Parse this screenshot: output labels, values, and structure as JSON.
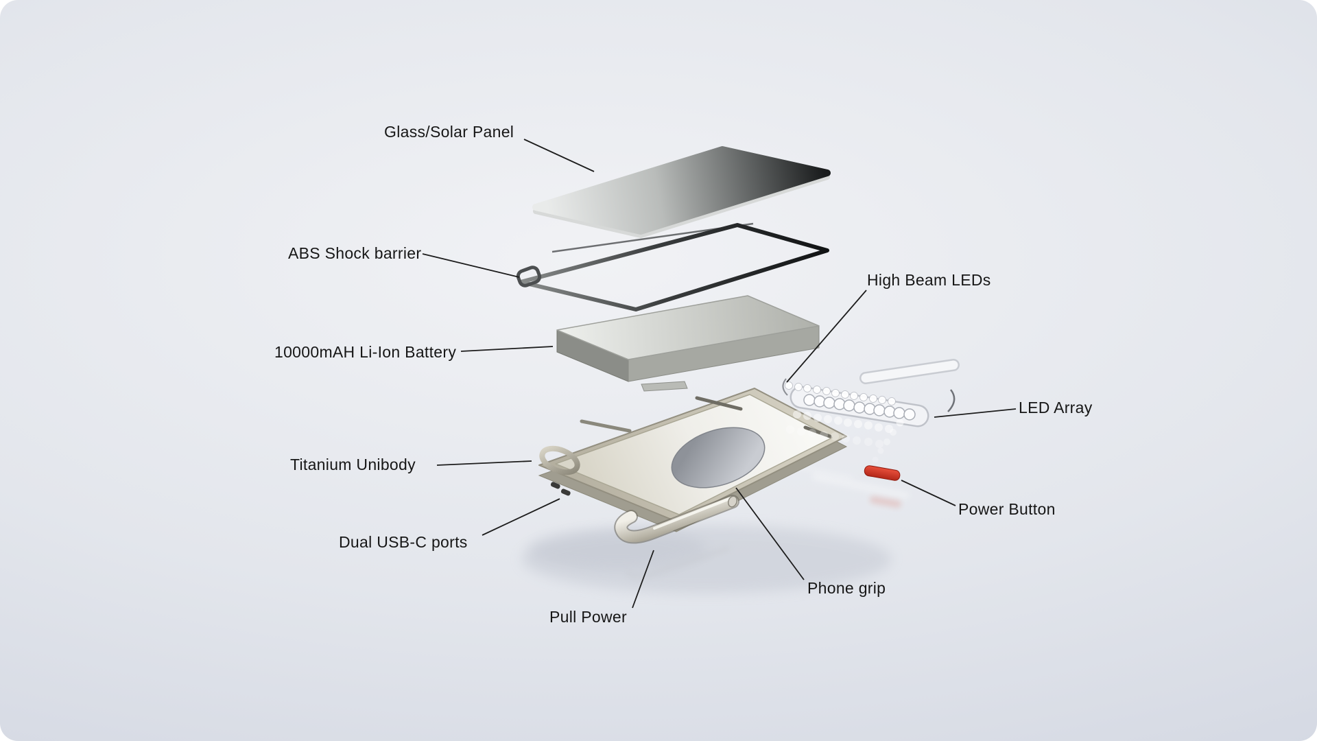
{
  "labels": {
    "glass_solar_panel": "Glass/Solar Panel",
    "abs_shock_barrier": "ABS Shock barrier",
    "battery": "10000mAH Li-Ion Battery",
    "high_beam_leds": "High Beam LEDs",
    "led_array": "LED Array",
    "titanium_unibody": "Titanium Unibody",
    "power_button": "Power Button",
    "dual_usb_c_ports": "Dual USB-C ports",
    "phone_grip": "Phone grip",
    "pull_power": "Pull Power"
  },
  "colors": {
    "label_text": "#161616",
    "leader_line": "#1c1c1c",
    "power_button_red": "#d43a24",
    "titanium_metal": "#cdc9bb",
    "glass_dark": "#191b1c",
    "background_edge": "#cbd0dd",
    "background_center": "#f1f2f5"
  }
}
